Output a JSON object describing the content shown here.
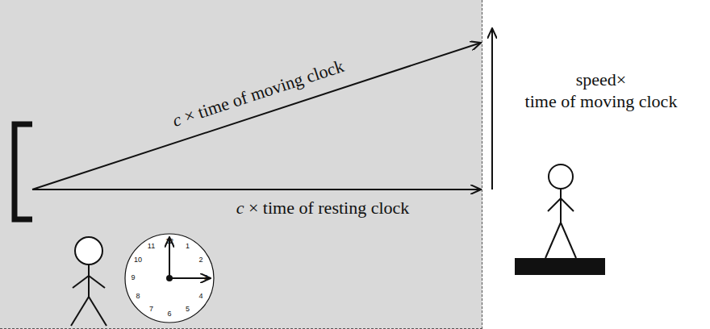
{
  "diagram": {
    "labels": [
      "c × time of moving clock",
      "c × time of resting clock",
      "speed× time of moving clock",
      "12",
      "1",
      "2",
      "3",
      "4",
      "5",
      "6",
      "7",
      "8",
      "9",
      "10",
      "11"
    ]
  }
}
